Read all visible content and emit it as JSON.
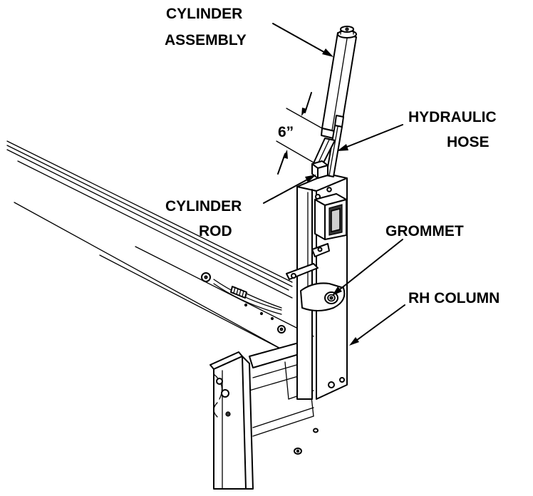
{
  "labels": {
    "cylinder_assembly_line1": "CYLINDER",
    "cylinder_assembly_line2": "ASSEMBLY",
    "hydraulic_hose_line1": "HYDRAULIC",
    "hydraulic_hose_line2": "HOSE",
    "dimension": "6”",
    "cylinder_rod_line1": "CYLINDER",
    "cylinder_rod_line2": "ROD",
    "grommet": "GROMMET",
    "rh_column": "RH COLUMN"
  },
  "colors": {
    "ink": "#000000",
    "background": "#ffffff",
    "shade": "#cfcfcf"
  }
}
